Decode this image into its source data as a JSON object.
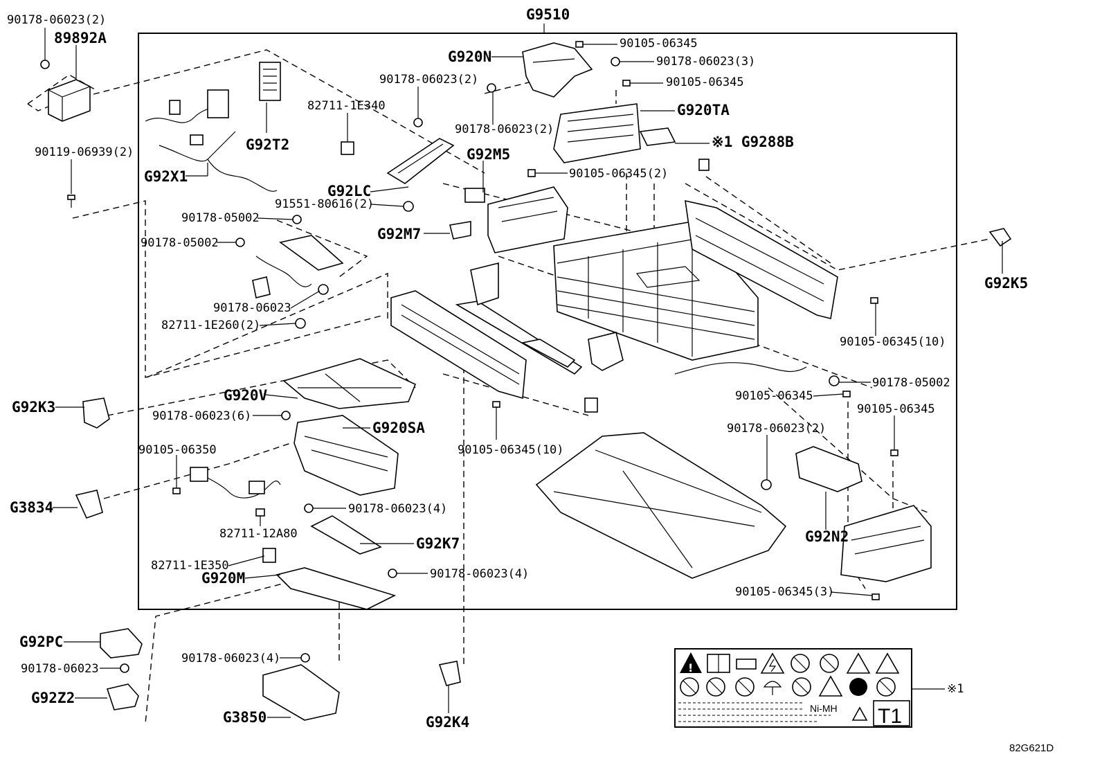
{
  "diagram_code": "82G621D",
  "assembly_label": "G9510",
  "note_mark": "※1",
  "labels": {
    "l_90178_06023_2_top": "90178-06023(2)",
    "l_89892a": "89892A",
    "l_90119": "90119-06939(2)",
    "l_g92x1": "G92X1",
    "l_g92t2": "G92T2",
    "l_82711_1e340": "82711-1E340",
    "l_90178_06023_2_mid": "90178-06023(2)",
    "l_g920n": "G920N",
    "l_90105_06345_a": "90105-06345",
    "l_90178_06023_3": "90178-06023(3)",
    "l_90105_06345_b": "90105-06345",
    "l_90178_06023_2_right": "90178-06023(2)",
    "l_g920ta": "G920TA",
    "l_g9288b": "※1 G9288B",
    "l_g92m5": "G92M5",
    "l_90105_06345_2": "90105-06345(2)",
    "l_g92lc": "G92LC",
    "l_91551": "91551-80616(2)",
    "l_g92m7": "G92M7",
    "l_90178_05002_a": "90178-05002",
    "l_90178_05002_b": "90178-05002",
    "l_90178_06023_single": "90178-06023",
    "l_82711_1e260": "82711-1E260(2)",
    "l_g92k5": "G92K5",
    "l_90105_06345_10a": "90105-06345(10)",
    "l_90178_05002_c": "90178-05002",
    "l_90105_06345_c": "90105-06345",
    "l_90105_06345_d": "90105-06345",
    "l_g92k3": "G92K3",
    "l_g920v": "G920V",
    "l_90178_06023_6": "90178-06023(6)",
    "l_g920sa": "G920SA",
    "l_90105_06345_10b": "90105-06345(10)",
    "l_90178_06023_2_low": "90178-06023(2)",
    "l_90105_06350": "90105-06350",
    "l_g3834": "G3834",
    "l_90178_06023_4a": "90178-06023(4)",
    "l_82711_12a80": "82711-12A80",
    "l_g92k7": "G92K7",
    "l_82711_1e350": "82711-1E350",
    "l_90178_06023_4b": "90178-06023(4)",
    "l_g920m": "G920M",
    "l_g92n2": "G92N2",
    "l_90105_06345_3": "90105-06345(3)",
    "l_g92pc": "G92PC",
    "l_90178_06023_bottom": "90178-06023",
    "l_g92z2": "G92Z2",
    "l_90178_06023_4c": "90178-06023(4)",
    "l_g3850": "G3850",
    "l_g92k4": "G92K4"
  },
  "warning_label": {
    "chemistry": "Ni-MH",
    "type_code": "T1",
    "icons": [
      "warning-icon",
      "read-manual-icon",
      "battery-icon",
      "high-voltage-icon",
      "no-fire-icon",
      "no-touch-icon",
      "flammable-icon",
      "explosive-icon",
      "no-short-icon",
      "no-disassemble-icon",
      "no-children-icon",
      "keep-dry-icon",
      "no-crush-icon",
      "corrosive-icon",
      "recycle-circle-icon",
      "no-dispose-icon"
    ]
  }
}
